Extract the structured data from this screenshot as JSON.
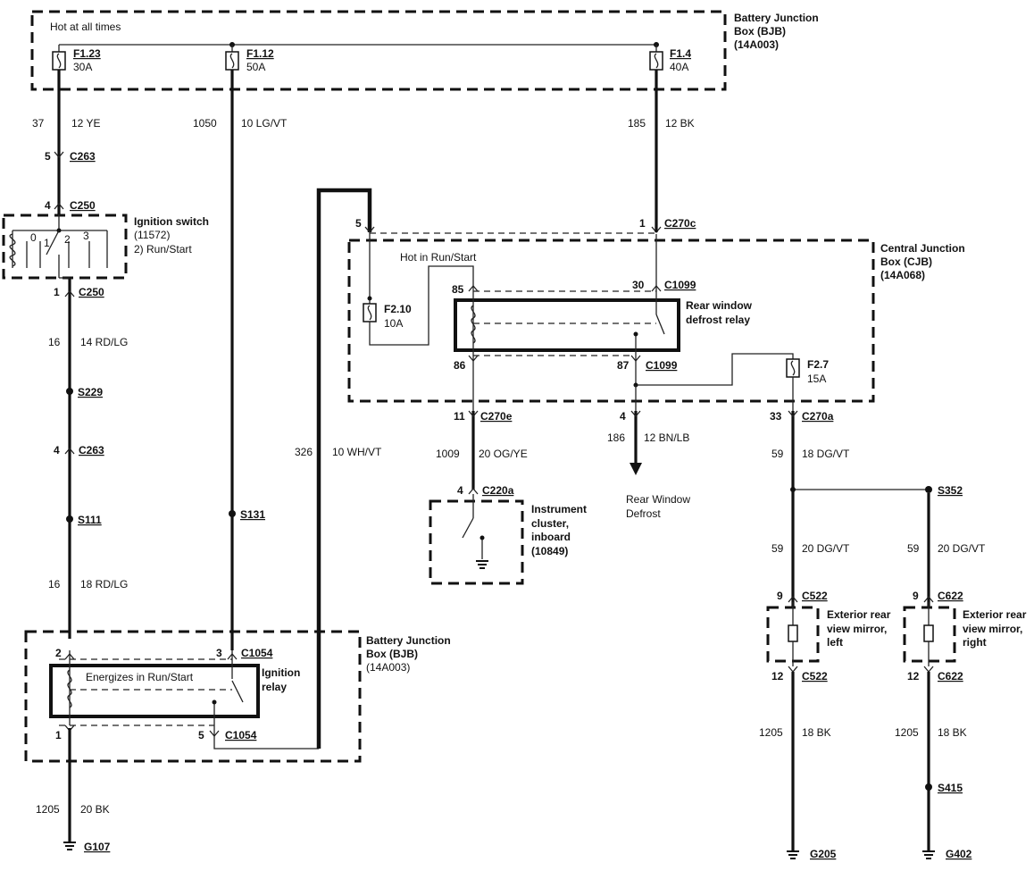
{
  "bjb_top": {
    "hot_label": "Hot at all times",
    "title_lines": [
      "Battery Junction",
      "Box (BJB)",
      "(14A003)"
    ],
    "fuses": [
      {
        "id": "F1.23",
        "amps": "30A"
      },
      {
        "id": "F1.12",
        "amps": "50A"
      },
      {
        "id": "F1.4",
        "amps": "40A"
      }
    ]
  },
  "wires": {
    "w37": {
      "circuit": "37",
      "spec": "12  YE"
    },
    "w1050": {
      "circuit": "1050",
      "spec": "10  LG/VT"
    },
    "w185": {
      "circuit": "185",
      "spec": "12  BK"
    },
    "w16a": {
      "circuit": "16",
      "spec": "14  RD/LG"
    },
    "w16b": {
      "circuit": "16",
      "spec": "18  RD/LG"
    },
    "w326": {
      "circuit": "326",
      "spec": "10  WH/VT"
    },
    "w1009": {
      "circuit": "1009",
      "spec": "20  OG/YE"
    },
    "w186": {
      "circuit": "186",
      "spec": "12  BN/LB"
    },
    "w59a": {
      "circuit": "59",
      "spec": "18  DG/VT"
    },
    "w59b": {
      "circuit": "59",
      "spec": "20  DG/VT"
    },
    "w59c": {
      "circuit": "59",
      "spec": "20  DG/VT"
    },
    "w1205a": {
      "circuit": "1205",
      "spec": "18  BK"
    },
    "w1205b": {
      "circuit": "1205",
      "spec": "18  BK"
    },
    "w1205c": {
      "circuit": "1205",
      "spec": "20  BK"
    }
  },
  "connectors": {
    "c263a": {
      "pin": "5",
      "id": "C263"
    },
    "c250a": {
      "pin": "4",
      "id": "C250"
    },
    "c250b": {
      "pin": "1",
      "id": "C250"
    },
    "c263b": {
      "pin": "4",
      "id": "C263"
    },
    "c270c_5": {
      "pin": "5"
    },
    "c270c_1": {
      "pin": "1",
      "id": "C270c"
    },
    "c1099a": {
      "pin": "30",
      "id": "C1099"
    },
    "c1099b": {
      "pin": "87",
      "id": "C1099"
    },
    "c270e": {
      "pin": "11",
      "id": "C270e"
    },
    "c270a": {
      "pin": "33",
      "id": "C270a"
    },
    "c270a_b": {
      "pin": "4"
    },
    "c220a": {
      "pin": "4",
      "id": "C220a"
    },
    "c522a": {
      "pin": "9",
      "id": "C522"
    },
    "c522b": {
      "pin": "12",
      "id": "C522"
    },
    "c622a": {
      "pin": "9",
      "id": "C622"
    },
    "c622b": {
      "pin": "12",
      "id": "C622"
    },
    "c1054a": {
      "pin": "3",
      "id": "C1054"
    },
    "c1054b": {
      "pin": "5",
      "id": "C1054"
    },
    "relay85": {
      "pin": "85"
    },
    "relay86": {
      "pin": "86"
    },
    "bjb2": {
      "pin": "2"
    },
    "bjb1": {
      "pin": "1"
    }
  },
  "splices": {
    "s229": "S229",
    "s111": "S111",
    "s131": "S131",
    "s352": "S352",
    "s415": "S415"
  },
  "grounds": {
    "g107": "G107",
    "g205": "G205",
    "g402": "G402"
  },
  "ignition_switch": {
    "title_lines": [
      "Ignition switch",
      "(11572)",
      "2)   Run/Start"
    ],
    "positions": [
      "0",
      "1",
      "2",
      "3"
    ]
  },
  "cjb": {
    "title_lines": [
      "Central Junction",
      "Box (CJB)",
      "(14A068)"
    ],
    "hot_label": "Hot in Run/Start",
    "fuse_210": {
      "id": "F2.10",
      "amps": "10A"
    },
    "fuse_27": {
      "id": "F2.7",
      "amps": "15A"
    },
    "relay_lines": [
      "Rear window",
      "defrost relay"
    ]
  },
  "bjb_bottom": {
    "title_lines": [
      "Battery Junction",
      "Box (BJB)",
      "(14A003)"
    ],
    "energize_label": "Energizes in Run/Start",
    "relay_lines": [
      "Ignition",
      "relay"
    ]
  },
  "instrument_cluster": {
    "lines": [
      "Instrument",
      "cluster,",
      "inboard",
      "(10849)"
    ]
  },
  "rear_window_defrost": {
    "lines": [
      "Rear Window",
      "Defrost"
    ]
  },
  "mirror_left": {
    "lines": [
      "Exterior rear",
      "view mirror,",
      "left"
    ]
  },
  "mirror_right": {
    "lines": [
      "Exterior rear",
      "view mirror,",
      "right"
    ]
  }
}
